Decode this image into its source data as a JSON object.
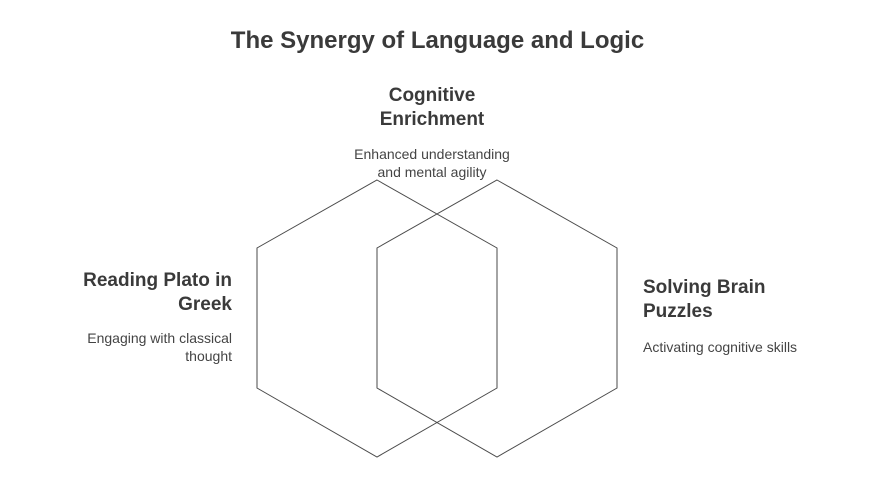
{
  "title": "The Synergy of Language and Logic",
  "top": {
    "heading_line1": "Cognitive",
    "heading_line2": "Enrichment",
    "desc_line1": "Enhanced understanding",
    "desc_line2": "and mental agility"
  },
  "left": {
    "heading_line1": "Reading Plato in",
    "heading_line2": "Greek",
    "desc_line1": "Engaging with classical",
    "desc_line2": "thought"
  },
  "right": {
    "heading_line1": "Solving Brain",
    "heading_line2": "Puzzles",
    "desc_line1": "Activating cognitive skills"
  },
  "colors": {
    "text": "#3a3a3a",
    "stroke": "#4a4a4a",
    "background": "#ffffff"
  }
}
